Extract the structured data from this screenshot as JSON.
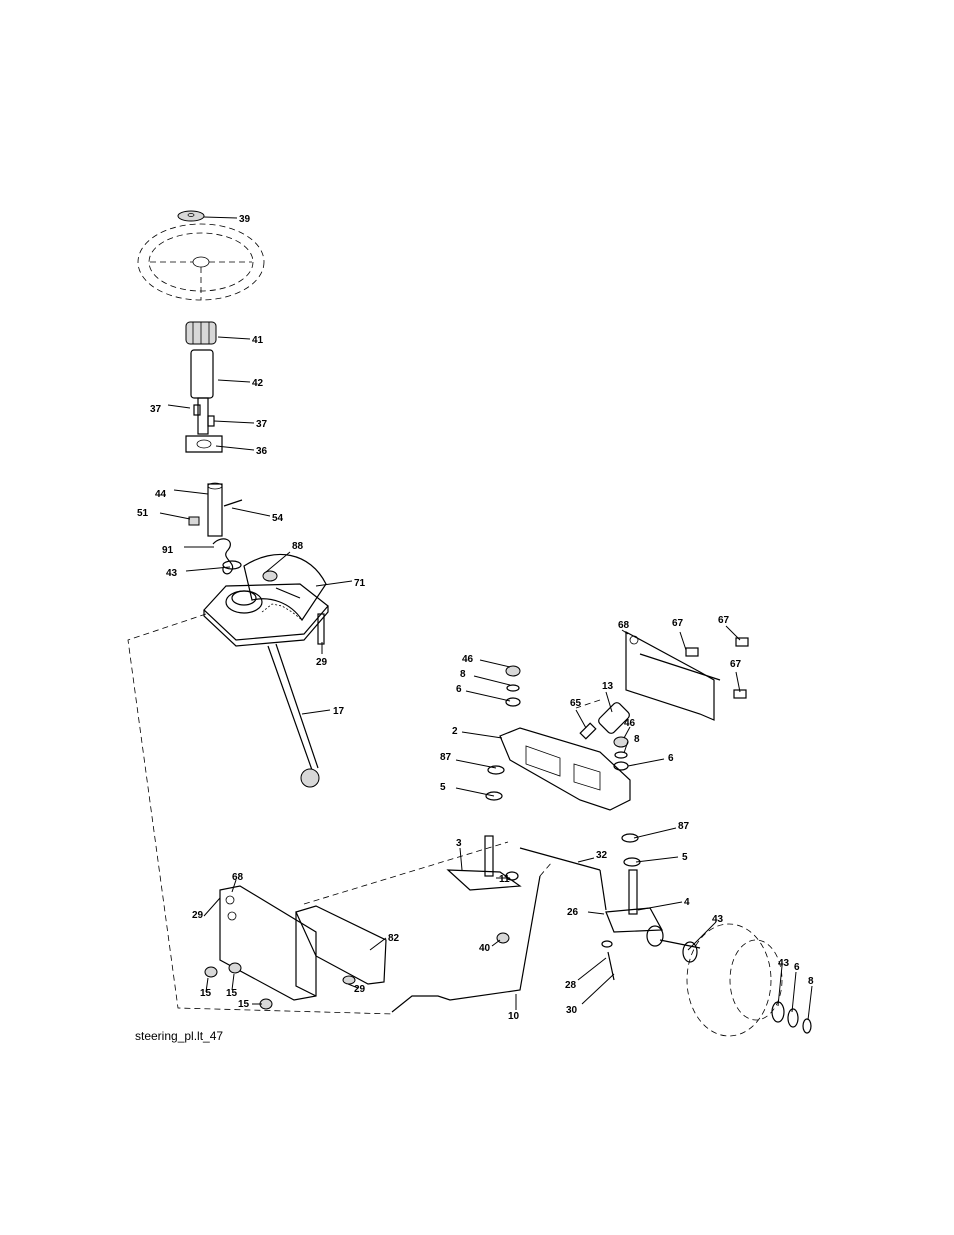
{
  "caption": "steering_pl.lt_47",
  "callouts": [
    {
      "id": "c39a",
      "label": "39"
    },
    {
      "id": "c41",
      "label": "41"
    },
    {
      "id": "c42",
      "label": "42"
    },
    {
      "id": "c37a",
      "label": "37"
    },
    {
      "id": "c37b",
      "label": "37"
    },
    {
      "id": "c36",
      "label": "36"
    },
    {
      "id": "c44",
      "label": "44"
    },
    {
      "id": "c51",
      "label": "51"
    },
    {
      "id": "c54",
      "label": "54"
    },
    {
      "id": "c91",
      "label": "91"
    },
    {
      "id": "c88",
      "label": "88"
    },
    {
      "id": "c43a",
      "label": "43"
    },
    {
      "id": "c71",
      "label": "71"
    },
    {
      "id": "c29a",
      "label": "29"
    },
    {
      "id": "c17",
      "label": "17"
    },
    {
      "id": "c68a",
      "label": "68"
    },
    {
      "id": "c67a",
      "label": "67"
    },
    {
      "id": "c67b",
      "label": "67"
    },
    {
      "id": "c67c",
      "label": "67"
    },
    {
      "id": "c46a",
      "label": "46"
    },
    {
      "id": "c8a",
      "label": "8"
    },
    {
      "id": "c6a",
      "label": "6"
    },
    {
      "id": "c13",
      "label": "13"
    },
    {
      "id": "c65",
      "label": "65"
    },
    {
      "id": "c2",
      "label": "2"
    },
    {
      "id": "c46b",
      "label": "46"
    },
    {
      "id": "c8b",
      "label": "8"
    },
    {
      "id": "c6b",
      "label": "6"
    },
    {
      "id": "c87a",
      "label": "87"
    },
    {
      "id": "c5a",
      "label": "5"
    },
    {
      "id": "c87b",
      "label": "87"
    },
    {
      "id": "c3",
      "label": "3"
    },
    {
      "id": "c32",
      "label": "32"
    },
    {
      "id": "c11",
      "label": "11"
    },
    {
      "id": "c5b",
      "label": "5"
    },
    {
      "id": "c4",
      "label": "4"
    },
    {
      "id": "c26",
      "label": "26"
    },
    {
      "id": "c43b",
      "label": "43"
    },
    {
      "id": "c40",
      "label": "40"
    },
    {
      "id": "c68b",
      "label": "68"
    },
    {
      "id": "c29b",
      "label": "29"
    },
    {
      "id": "c82",
      "label": "82"
    },
    {
      "id": "c15a",
      "label": "15"
    },
    {
      "id": "c15b",
      "label": "15"
    },
    {
      "id": "c29c",
      "label": "29"
    },
    {
      "id": "c15c",
      "label": "15"
    },
    {
      "id": "c10",
      "label": "10"
    },
    {
      "id": "c28",
      "label": "28"
    },
    {
      "id": "c30",
      "label": "30"
    },
    {
      "id": "c43c",
      "label": "43"
    },
    {
      "id": "c6c",
      "label": "6"
    },
    {
      "id": "c8c",
      "label": "8"
    }
  ]
}
